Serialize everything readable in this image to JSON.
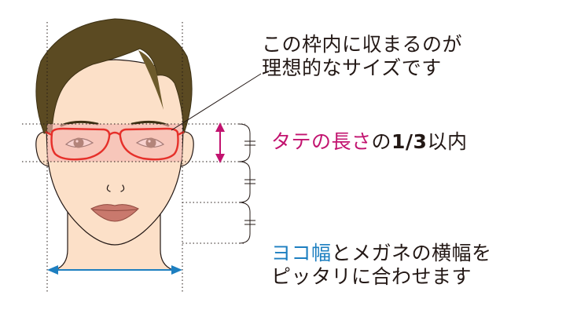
{
  "callouts": {
    "frame_line1": "この枠内に収まるのが",
    "frame_line2": "理想的なサイズです",
    "height_part1": "タテの長さ",
    "height_part2": "の",
    "height_part3": "1/3",
    "height_part4": "以内",
    "width_line1_part1": "ヨコ幅",
    "width_line1_part2": "とメガネの横幅を",
    "width_line2": "ピッタリに合わせます"
  },
  "colors": {
    "text": "#231815",
    "magenta_accent": "#c2136f",
    "blue_accent": "#1d7fc0",
    "frame_red": "#e6302a",
    "band_pink": "#f4b7b2",
    "skin": "#fce0c8",
    "hair": "#5b4a22"
  },
  "icons": {
    "vertical_arrow": "double-headed-vertical-arrow-icon",
    "horizontal_arrow": "double-headed-horizontal-arrow-icon"
  }
}
